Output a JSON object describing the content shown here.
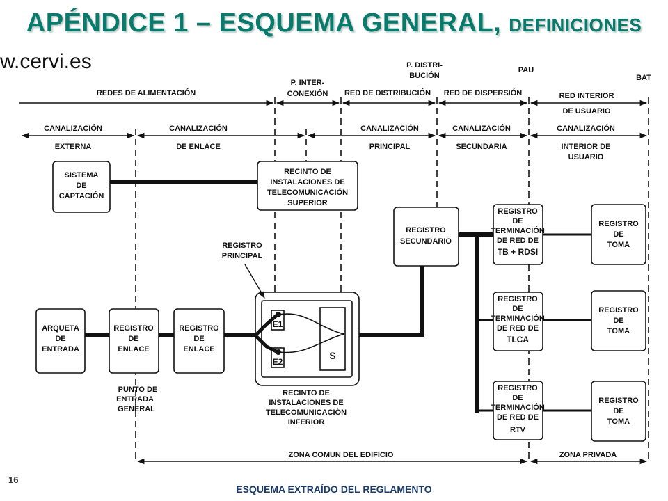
{
  "title": {
    "main": "APÉNDICE 1 – ESQUEMA GENERAL,",
    "small": "DEFINICIONES"
  },
  "url": "w.cervi.es",
  "page_number": "16",
  "footer": "ESQUEMA EXTRAÍDO DEL REGLAMENTO",
  "top_labels": {
    "p_distribucion": [
      "P. DISTRI-",
      "BUCIÓN"
    ],
    "pau": "PAU",
    "bat": "BAT",
    "p_interconexion": [
      "P. INTER-",
      "CONEXIÓN"
    ],
    "redes_alimentacion": "REDES DE ALIMENTACIÓN",
    "red_distribucion": "RED DE DISTRIBUCIÓN",
    "red_dispersion": "RED DE DISPERSIÓN",
    "red_interior": [
      "RED INTERIOR",
      "DE USUARIO"
    ]
  },
  "canalizaciones": {
    "externa": [
      "CANALIZACIÓN",
      "EXTERNA"
    ],
    "enlace": [
      "CANALIZACIÓN",
      "DE ENLACE"
    ],
    "principal": [
      "CANALIZACIÓN",
      "PRINCIPAL"
    ],
    "secundaria": [
      "CANALIZACIÓN",
      "SECUNDARIA"
    ],
    "interior": [
      "CANALIZACIÓN",
      "INTERIOR DE",
      "USUARIO"
    ]
  },
  "boxes": {
    "sistema_captacion": [
      "SISTEMA",
      "DE",
      "CAPTACIÓN"
    ],
    "recinto_superior": [
      "RECINTO DE",
      "INSTALACIONES DE",
      "TELECOMUNICACIÓN",
      "SUPERIOR"
    ],
    "registro_secundario": [
      "REGISTRO",
      "SECUNDARIO"
    ],
    "reg_term_tb": [
      "REGISTRO",
      "DE",
      "TERMINACIÓN",
      "DE RED DE",
      "TB + RDSI"
    ],
    "reg_term_tlca": [
      "REGISTRO",
      "DE",
      "TERMINACIÓN",
      "DE RED DE",
      "TLCA"
    ],
    "reg_term_rtv": [
      "REGISTRO",
      "DE",
      "TERMINACIÓN",
      "DE RED DE",
      "RTV"
    ],
    "reg_toma_1": [
      "REGISTRO",
      "DE",
      "TOMA"
    ],
    "reg_toma_2": [
      "REGISTRO",
      "DE",
      "TOMA"
    ],
    "reg_toma_3": [
      "REGISTRO",
      "DE",
      "TOMA"
    ],
    "arqueta": [
      "ARQUETA",
      "DE",
      "ENTRADA"
    ],
    "registro_enlace_1": [
      "REGISTRO",
      "DE",
      "ENLACE"
    ],
    "registro_enlace_2": [
      "REGISTRO",
      "DE",
      "ENLACE"
    ],
    "e1": "E1",
    "e2": "E2",
    "s": "S"
  },
  "annotations": {
    "registro_principal": [
      "REGISTRO",
      "PRINCIPAL"
    ],
    "punto_entrada": [
      "PUNTO DE",
      "ENTRADA",
      "GENERAL"
    ],
    "recinto_inferior": [
      "RECINTO DE",
      "INSTALACIONES DE",
      "TELECOMUNICACIÓN",
      "INFERIOR"
    ]
  },
  "zones": {
    "comun": "ZONA COMUN DEL EDIFICIO",
    "privada": "ZONA PRIVADA"
  },
  "colors": {
    "title": "#0a7a6c",
    "footer": "#1a3a6a",
    "line": "#111111"
  }
}
